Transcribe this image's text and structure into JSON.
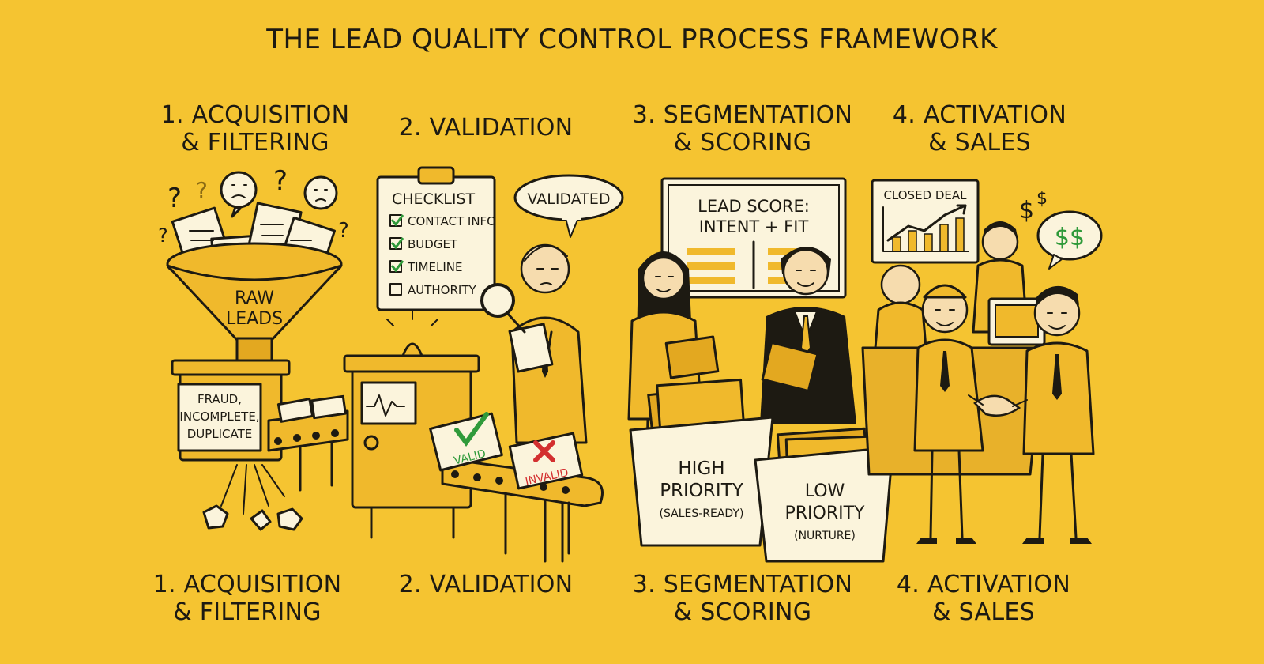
{
  "title": "THE LEAD QUALITY CONTROL PROCESS FRAMEWORK",
  "steps": [
    {
      "line1": "1. ACQUISITION",
      "line2": "& FILTERING"
    },
    {
      "line1": "2. VALIDATION",
      "line2": ""
    },
    {
      "line1": "3. SEGMENTATION",
      "line2": "& SCORING"
    },
    {
      "line1": "4. ACTIVATION",
      "line2": "& SALES"
    }
  ],
  "funnel": {
    "label1": "RAW",
    "label2": "LEADS",
    "question_mark": "?"
  },
  "filter_sign": {
    "line1": "FRAUD,",
    "line2": "INCOMPLETE,",
    "line3": "DUPLICATE"
  },
  "checklist": {
    "title": "CHECKLIST",
    "items": [
      {
        "label": "CONTACT INFO",
        "checked": true
      },
      {
        "label": "BUDGET",
        "checked": true
      },
      {
        "label": "TIMELINE",
        "checked": true
      },
      {
        "label": "AUTHORITY",
        "checked": false
      }
    ]
  },
  "validated_bubble": "VALIDATED",
  "cards": {
    "valid": "VALID",
    "invalid": "INVALID"
  },
  "score_board": {
    "line1": "LEAD SCORE:",
    "line2": "INTENT + FIT"
  },
  "bins": {
    "high": {
      "line1": "HIGH",
      "line2": "PRIORITY",
      "line3": "(SALES-READY)"
    },
    "low": {
      "line1": "LOW",
      "line2": "PRIORITY",
      "line3": "(NURTURE)"
    }
  },
  "closed_deal": "CLOSED DEAL",
  "money_bubble": "$$",
  "dollar_sign": "$",
  "colors": {
    "background": "#f5c431",
    "ink": "#1d1a12",
    "valid": "#2f9a3a",
    "invalid": "#d32f2f"
  }
}
